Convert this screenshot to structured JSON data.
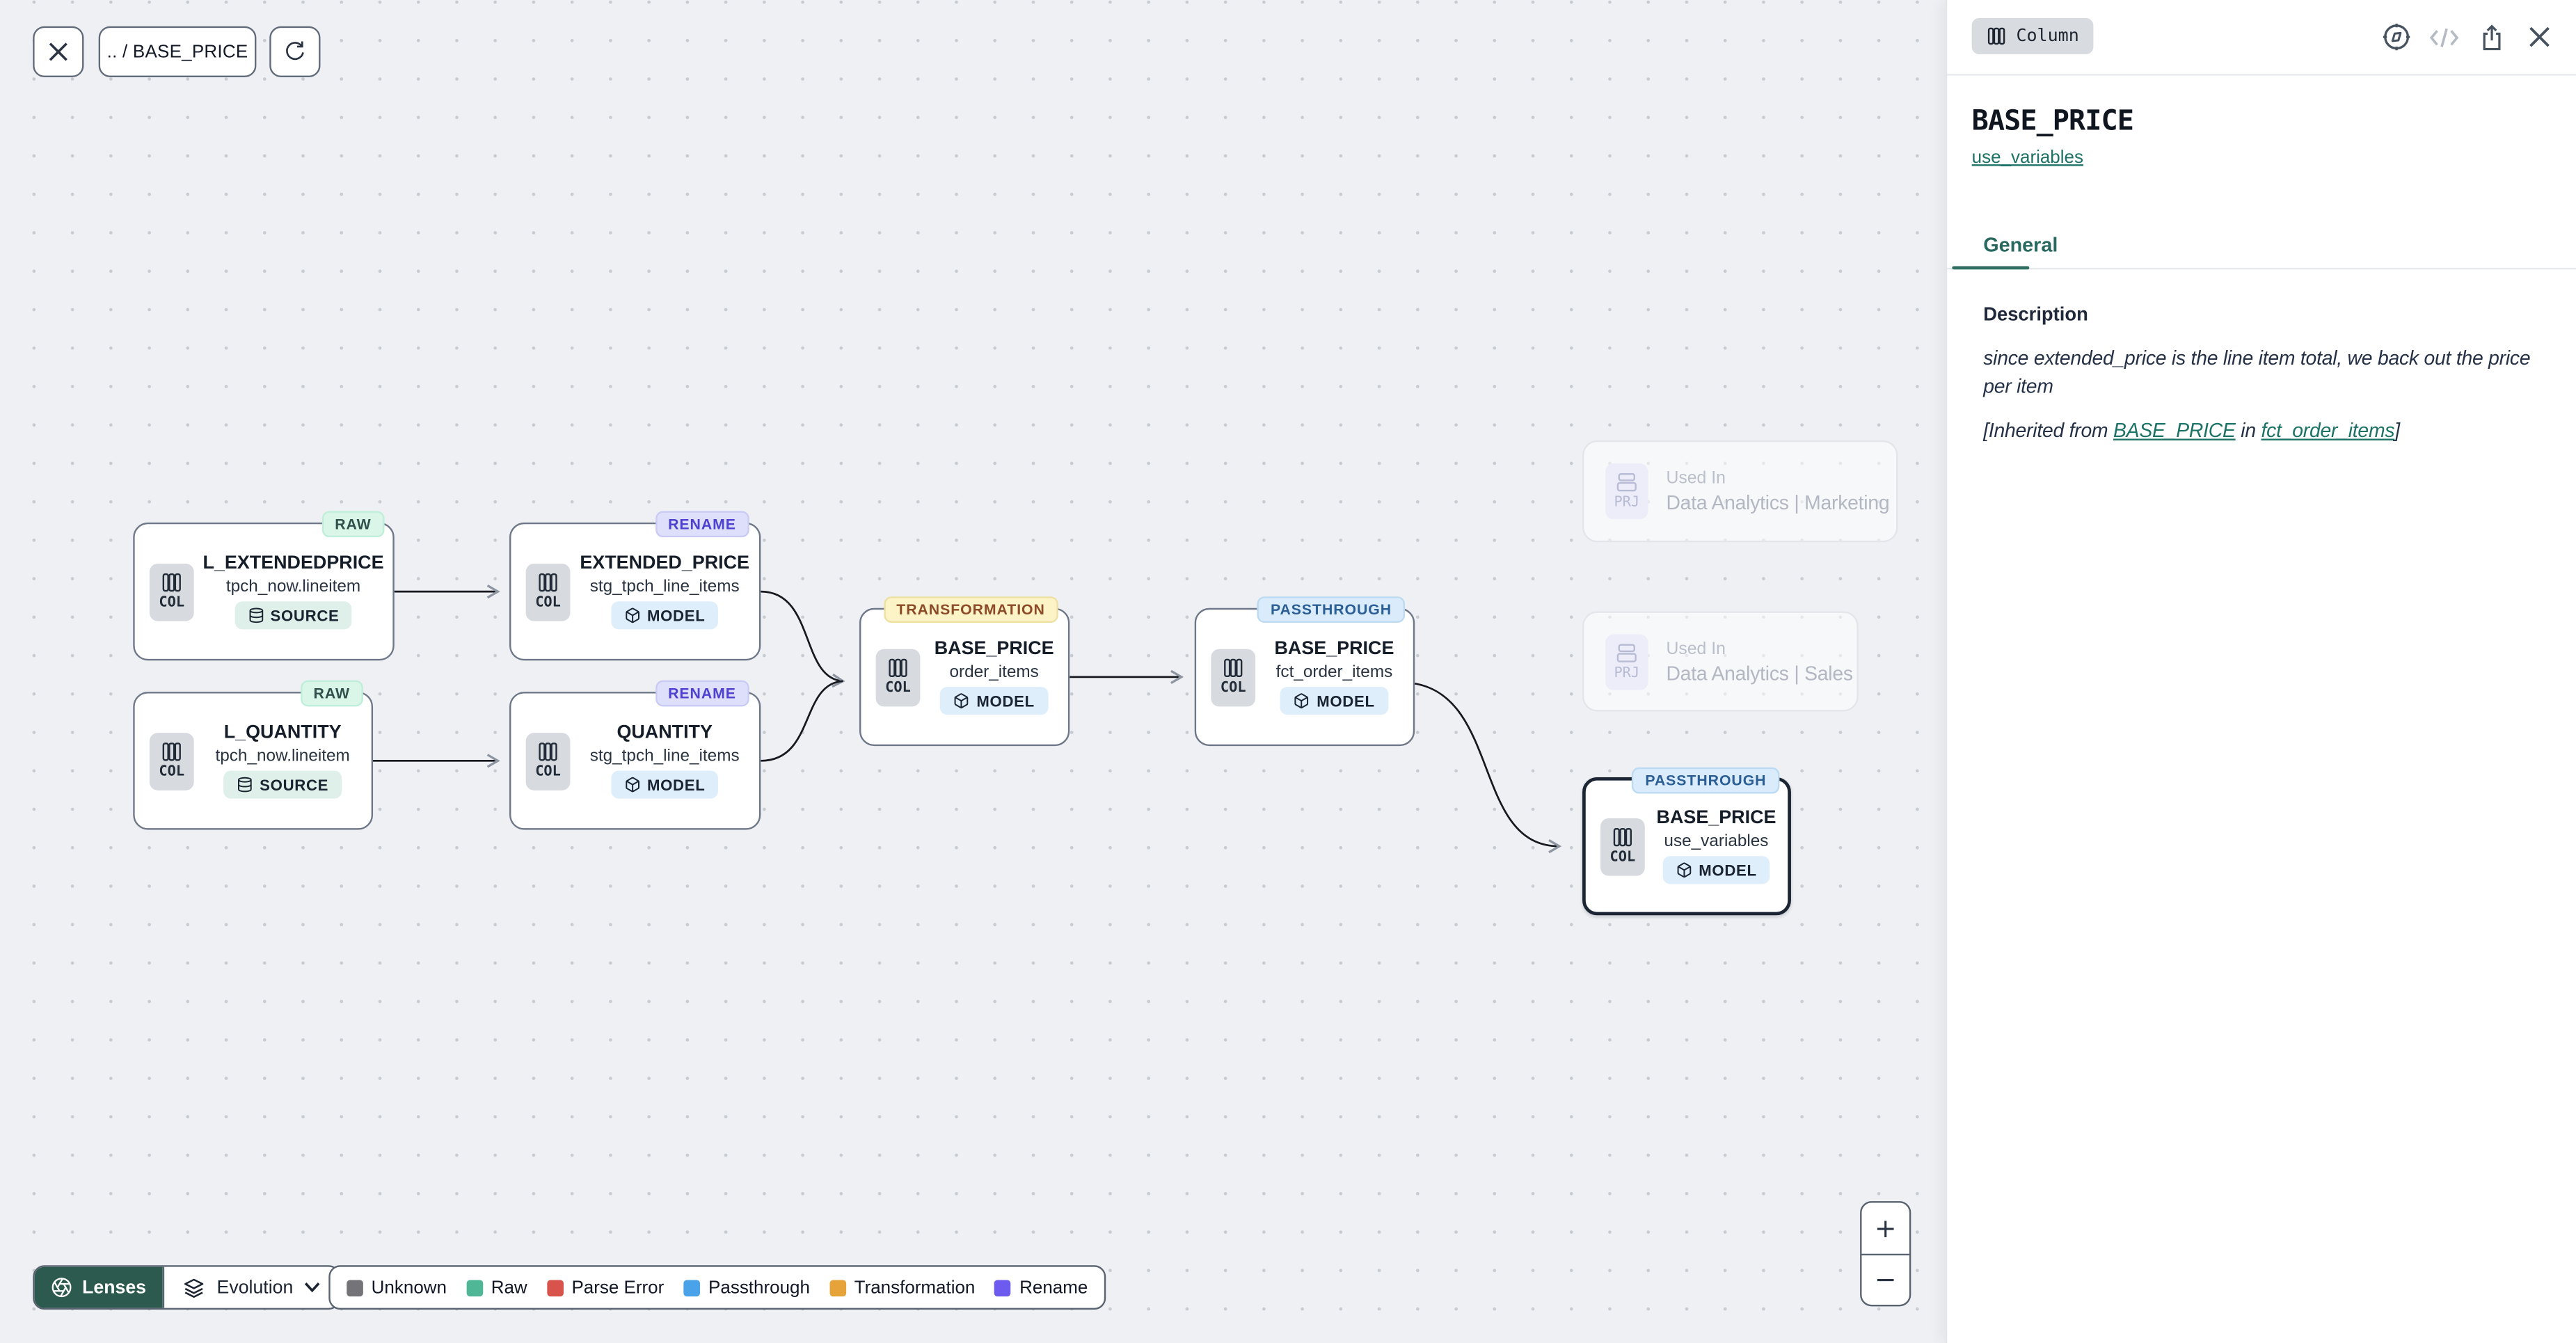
{
  "topbar": {
    "breadcrumb": ".. / BASE_PRICE"
  },
  "panel": {
    "type_badge": "Column",
    "icons": [
      "compass-icon",
      "code-icon",
      "share-icon",
      "close-icon"
    ],
    "title": "BASE_PRICE",
    "subtitle_link": "use_variables",
    "tab": "General",
    "description_label": "Description",
    "description_text": "since extended_price is the line item total, we back out the price per item",
    "inherited": {
      "prefix": "[Inherited from ",
      "link_column": "BASE_PRICE",
      "middle": " in ",
      "link_model": "fct_order_items",
      "suffix": "]"
    }
  },
  "nodes": [
    {
      "badge": "RAW",
      "title": "L_EXTENDEDPRICE",
      "subtitle": "tpch_now.lineitem",
      "kind": "SOURCE",
      "chip": "COL"
    },
    {
      "badge": "RENAME",
      "title": "EXTENDED_PRICE",
      "subtitle": "stg_tpch_line_items",
      "kind": "MODEL",
      "chip": "COL"
    },
    {
      "badge": "RAW",
      "title": "L_QUANTITY",
      "subtitle": "tpch_now.lineitem",
      "kind": "SOURCE",
      "chip": "COL"
    },
    {
      "badge": "RENAME",
      "title": "QUANTITY",
      "subtitle": "stg_tpch_line_items",
      "kind": "MODEL",
      "chip": "COL"
    },
    {
      "badge": "TRANSFORMATION",
      "title": "BASE_PRICE",
      "subtitle": "order_items",
      "kind": "MODEL",
      "chip": "COL"
    },
    {
      "badge": "PASSTHROUGH",
      "title": "BASE_PRICE",
      "subtitle": "fct_order_items",
      "kind": "MODEL",
      "chip": "COL"
    },
    {
      "badge": "PASSTHROUGH",
      "title": "BASE_PRICE",
      "subtitle": "use_variables",
      "kind": "MODEL",
      "chip": "COL",
      "selected": true
    }
  ],
  "ghost_nodes": [
    {
      "chip": "PRJ",
      "label": "Used In",
      "name": "Data Analytics | Marketing"
    },
    {
      "chip": "PRJ",
      "label": "Used In",
      "name": "Data Analytics | Sales"
    }
  ],
  "controls": {
    "lenses_label": "Lenses",
    "lens_selected": "Evolution",
    "zoom_in": "+",
    "zoom_out": "−"
  },
  "legend": {
    "items": [
      {
        "label": "Unknown",
        "color": "#737378"
      },
      {
        "label": "Raw",
        "color": "#4fb795"
      },
      {
        "label": "Parse Error",
        "color": "#d8534c"
      },
      {
        "label": "Passthrough",
        "color": "#4aa3e8"
      },
      {
        "label": "Transformation",
        "color": "#e5a339"
      },
      {
        "label": "Rename",
        "color": "#6c5bee"
      }
    ]
  },
  "colors": {
    "accent_teal": "#2f6e61",
    "link_teal": "#1d7266",
    "lenses_bg": "#2d5a4e",
    "badge_raw_bg": "#d9f6e9",
    "badge_rename_bg": "#dedffb",
    "badge_transformation_bg": "#fcf3c7",
    "badge_passthrough_bg": "#daecfc"
  }
}
